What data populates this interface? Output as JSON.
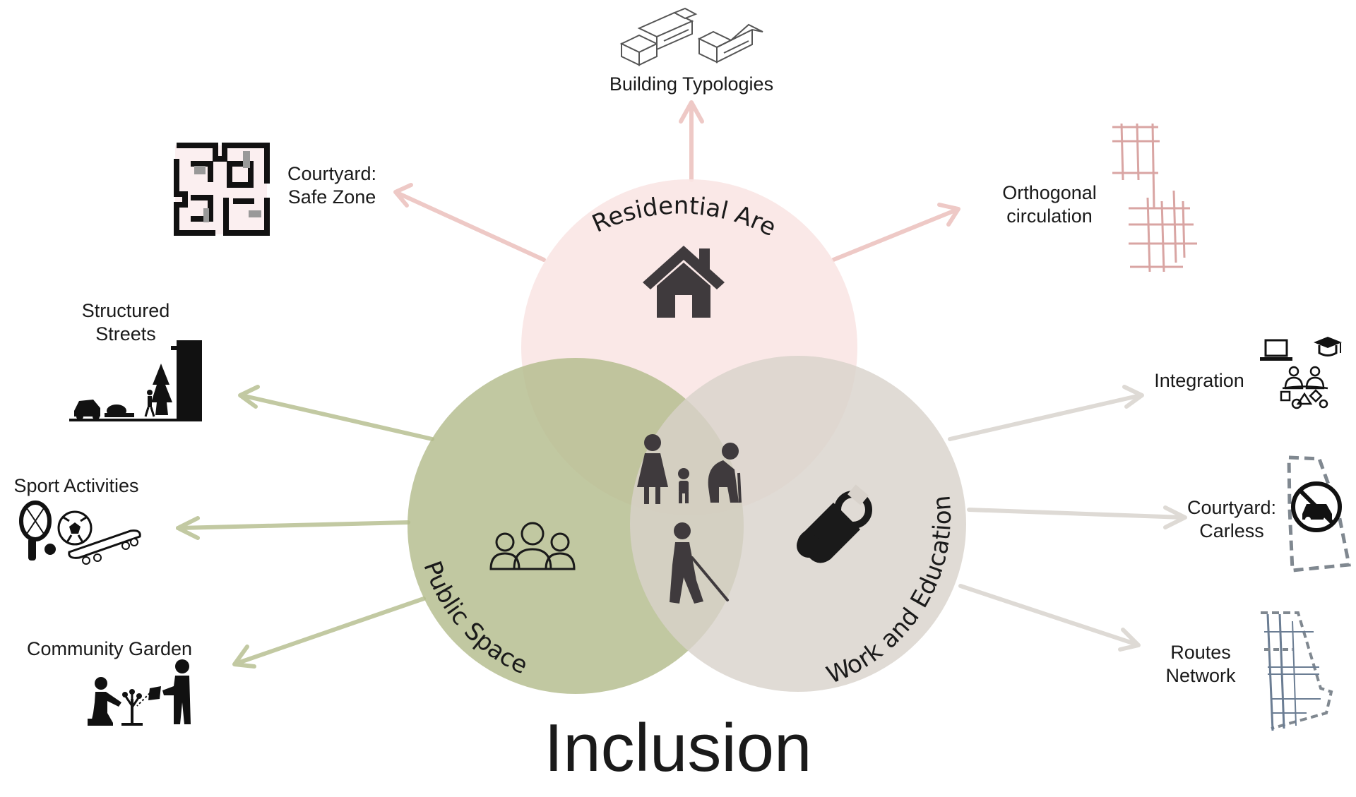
{
  "title": "Inclusion",
  "circles": {
    "residential": {
      "label": "Residential Area",
      "color": "#f9e6e4"
    },
    "public": {
      "label": "Public Space",
      "color": "#b3bc8c"
    },
    "work": {
      "label": "Work and Education",
      "color": "#d8d2cb"
    }
  },
  "outcomes": {
    "building_typologies": "Building Typologies",
    "courtyard_safe": [
      "Courtyard:",
      "Safe Zone"
    ],
    "orthogonal": [
      "Orthogonal",
      "circulation"
    ],
    "structured_streets": [
      "Structured",
      "Streets"
    ],
    "sport": "Sport Activities",
    "garden": "Community Garden",
    "integration": "Integration",
    "courtyard_carless": [
      "Courtyard:",
      "Carless"
    ],
    "routes": [
      "Routes",
      "Network"
    ]
  },
  "colors": {
    "pink_arrow": "#eec9c6",
    "green_arrow": "#c2c9a2",
    "grey_arrow": "#dedad5",
    "icon_dark": "#3f3a3d",
    "pink_sketch": "#d9a5a3"
  }
}
